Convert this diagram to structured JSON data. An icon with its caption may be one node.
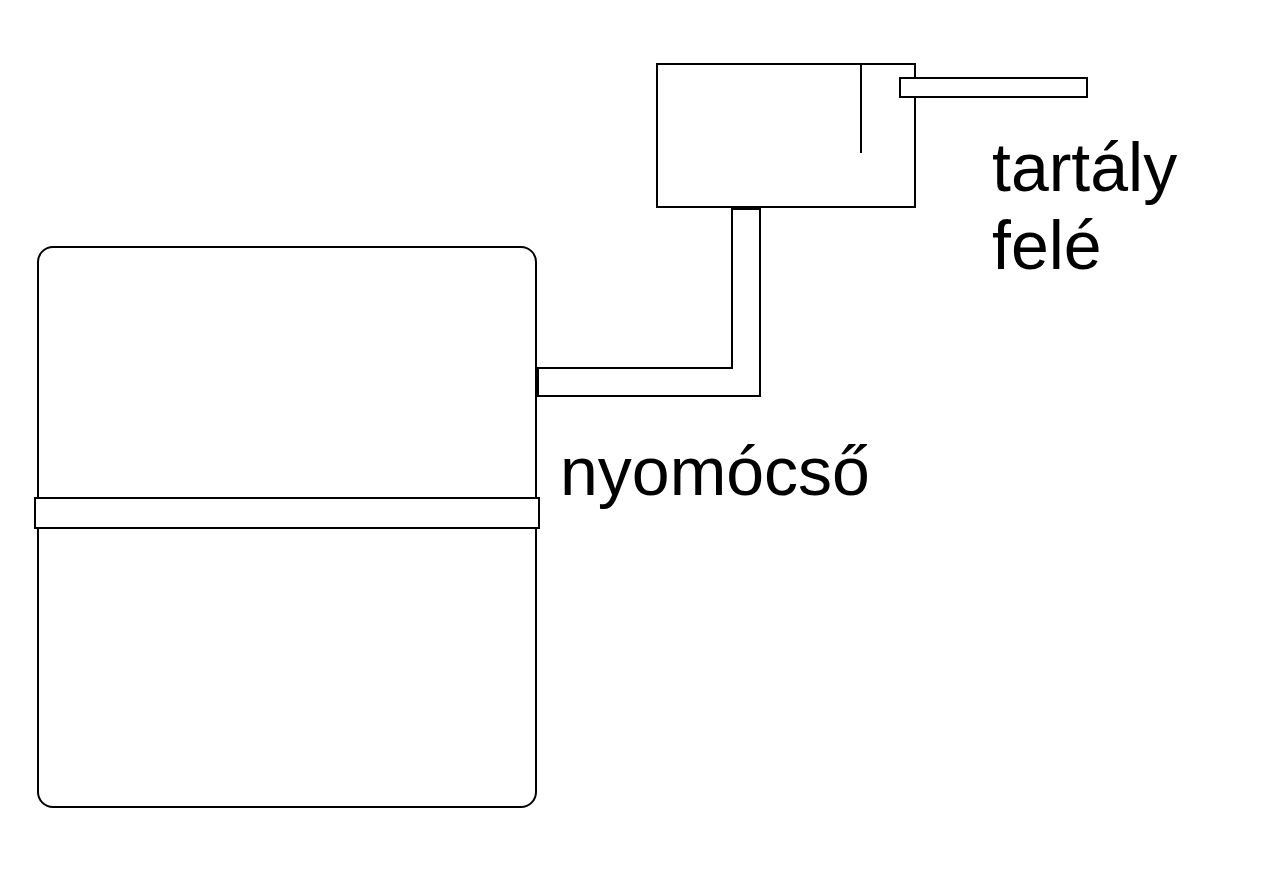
{
  "diagram": {
    "nodes": [
      {
        "text": [],
        "shape": "box"
      },
      {
        "text": [],
        "shape": "bar",
        "in": 0
      },
      {
        "text": [],
        "shape": "box"
      },
      {
        "text": [],
        "shape": "bar",
        "beside": [
          "tartály felé"
        ]
      }
    ],
    "edges": [
      {
        "from": 0,
        "to": 2,
        "arrow": "none",
        "label": "nyomócső"
      }
    ]
  }
}
